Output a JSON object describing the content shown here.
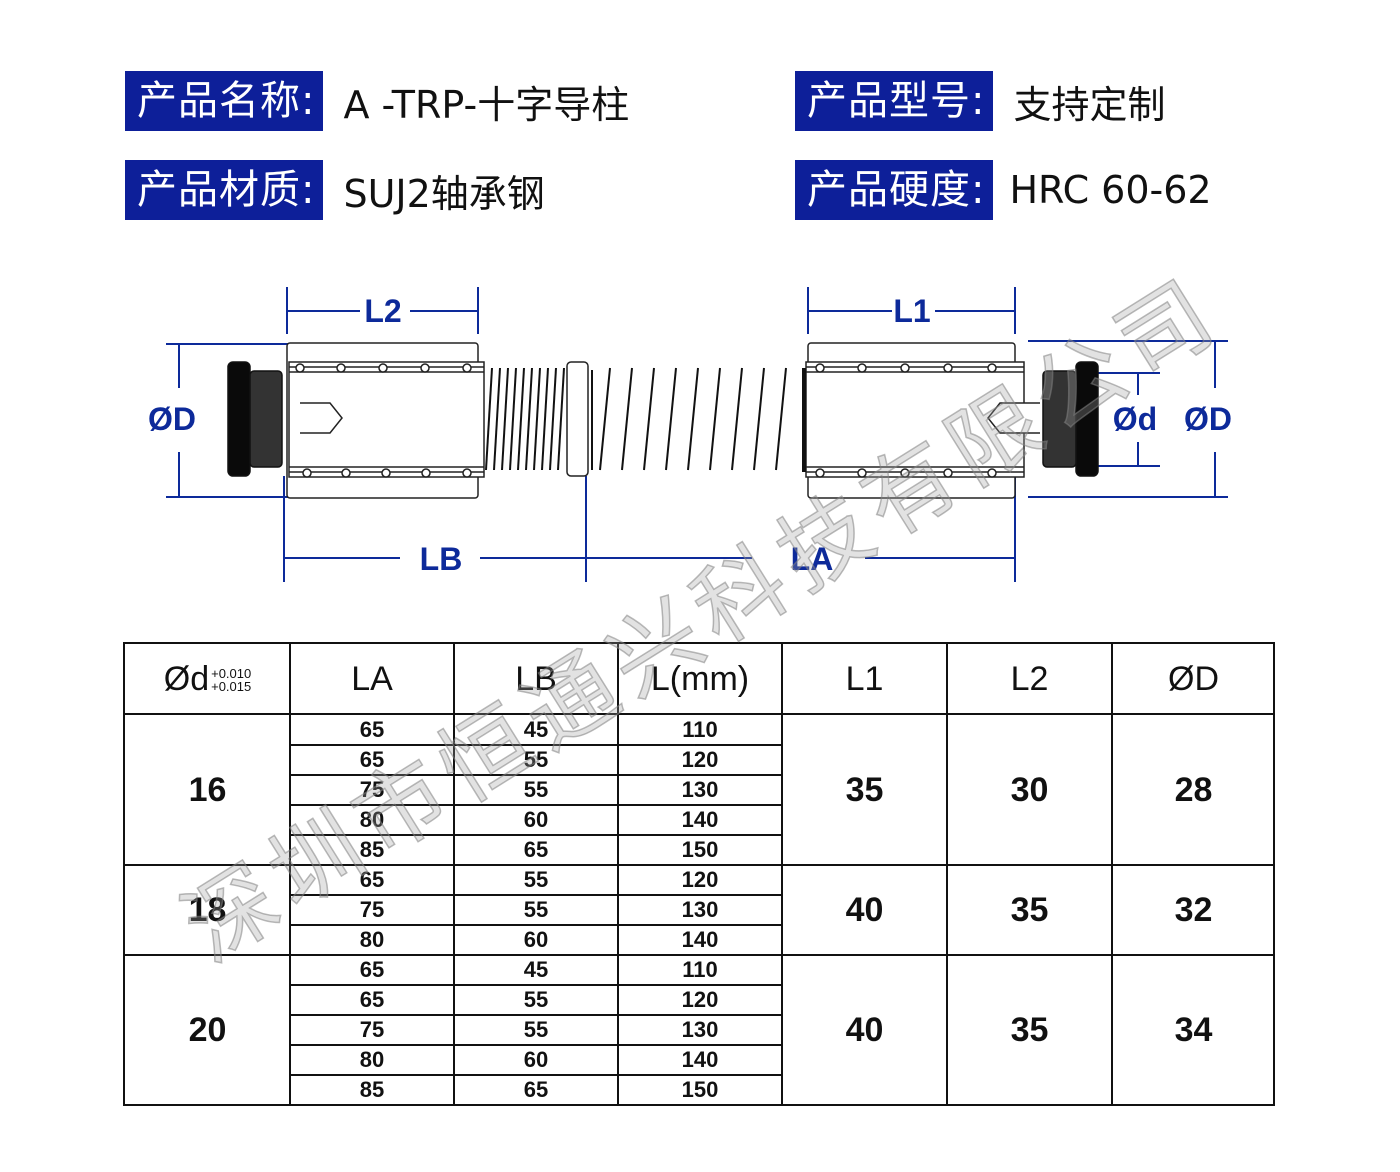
{
  "specs": [
    {
      "label": "产品名称:",
      "value": "A -TRP-十字导柱"
    },
    {
      "label": "产品型号:",
      "value": "支持定制"
    },
    {
      "label": "产品材质:",
      "value": "SUJ2轴承钢"
    },
    {
      "label": "产品硬度:",
      "value": "HRC 60-62"
    }
  ],
  "diagram": {
    "l2": "L2",
    "l1": "L1",
    "od_left": "ØD",
    "od_right": "ØD",
    "d": "Ød",
    "lb": "LB",
    "la": "LA"
  },
  "table": {
    "headers": {
      "d": "Ød",
      "d_tol_upper": "+0.010",
      "d_tol_lower": "+0.015",
      "la": "LA",
      "lb": "LB",
      "l": "L(mm)",
      "l1": "L1",
      "l2": "L2",
      "D": "ØD"
    },
    "groups": [
      {
        "d": "16",
        "l1": "35",
        "l2": "30",
        "D": "28",
        "rows": [
          [
            "65",
            "45",
            "110"
          ],
          [
            "65",
            "55",
            "120"
          ],
          [
            "75",
            "55",
            "130"
          ],
          [
            "80",
            "60",
            "140"
          ],
          [
            "85",
            "65",
            "150"
          ]
        ]
      },
      {
        "d": "18",
        "l1": "40",
        "l2": "35",
        "D": "32",
        "rows": [
          [
            "65",
            "55",
            "120"
          ],
          [
            "75",
            "55",
            "130"
          ],
          [
            "80",
            "60",
            "140"
          ]
        ]
      },
      {
        "d": "20",
        "l1": "40",
        "l2": "35",
        "D": "34",
        "rows": [
          [
            "65",
            "45",
            "110"
          ],
          [
            "65",
            "55",
            "120"
          ],
          [
            "75",
            "55",
            "130"
          ],
          [
            "80",
            "60",
            "140"
          ],
          [
            "85",
            "65",
            "150"
          ]
        ]
      }
    ]
  },
  "watermark": "深圳市恒通兴科技有限公司",
  "colors": {
    "label_bg": "#0d1f99",
    "dimension": "#0d2a9a"
  }
}
